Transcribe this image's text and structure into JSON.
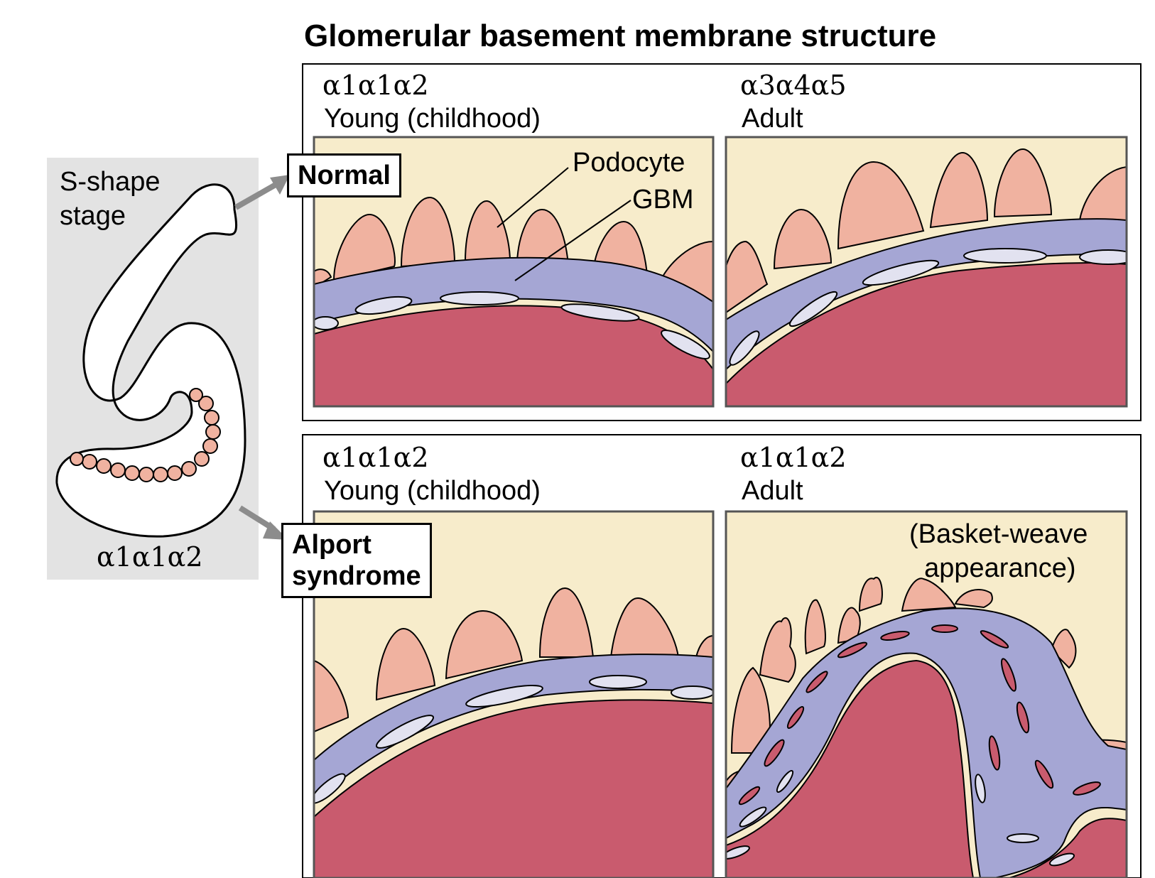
{
  "title": "Glomerular basement membrane structure",
  "sshape": {
    "stage_label": "S-shape\nstage",
    "collagen": "α1α1α2"
  },
  "status": {
    "normal": "Normal",
    "alport": "Alport\nsyndrome"
  },
  "panels": {
    "normal_young": {
      "collagen": "α1α1α2",
      "age": "Young (childhood)"
    },
    "normal_adult": {
      "collagen": "α3α4α5",
      "age": "Adult"
    },
    "alport_young": {
      "collagen": "α1α1α2",
      "age": "Young (childhood)"
    },
    "alport_adult": {
      "collagen": "α1α1α2",
      "age": "Adult",
      "note": "(Basket-weave\n  appearance)"
    }
  },
  "callouts": {
    "podocyte": "Podocyte",
    "gbm": "GBM"
  },
  "colors": {
    "urinary_space": "#f7eccb",
    "podocyte": "#f0b2a0",
    "gbm": "#a5a6d4",
    "endothelium": "#e2e2f0",
    "capillary": "#c95b6e",
    "sshape_bg": "#e3e3e3",
    "arrow": "#8c8c8c"
  }
}
